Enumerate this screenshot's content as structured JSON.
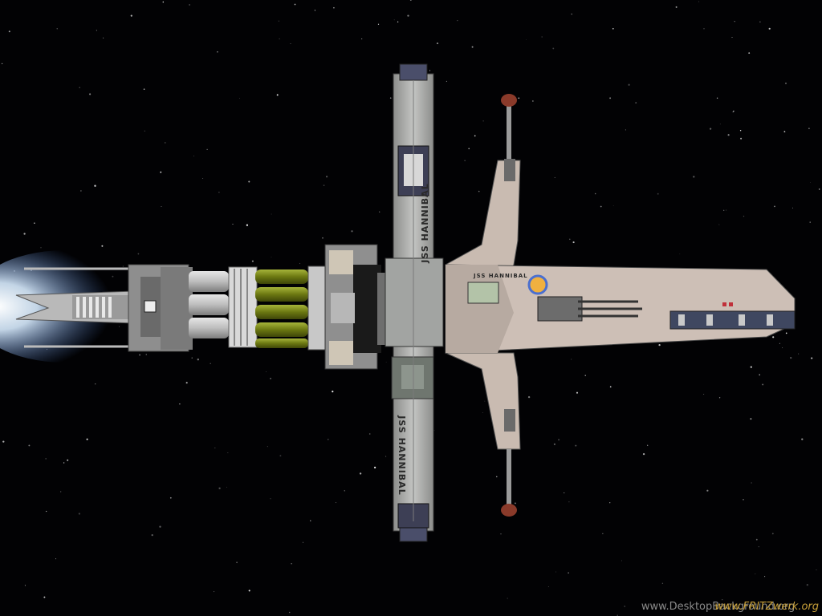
{
  "ship": {
    "name_upper_boom": "JSS HANNIBAL",
    "name_lower_boom": "JSS HANNIBAL",
    "name_hull": "JSS HANNIBAL"
  },
  "watermark": {
    "site": "www.DesktopBackground.org",
    "overlay": "www.FRITZwerk.org"
  },
  "colors": {
    "space": "#020204",
    "hull": "#cdbfb6",
    "boom": "#a9aaa8",
    "fuel_tanks": "#7d8a1a",
    "engine_glow": "#d8ecff"
  }
}
